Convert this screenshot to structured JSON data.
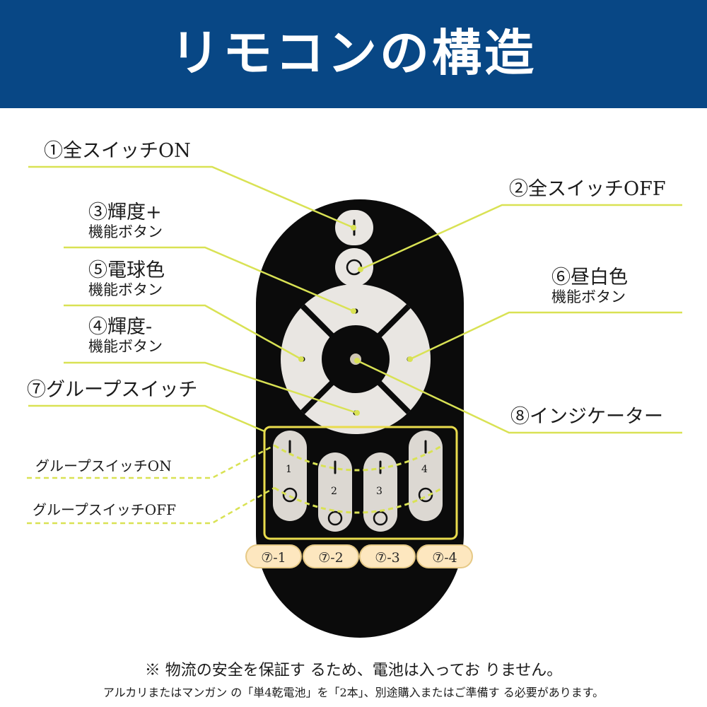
{
  "header": {
    "title": "リモコンの構造",
    "bg_color": "#084785"
  },
  "colors": {
    "leader_line": "#d9e254",
    "group_frame": "#e9dc4d",
    "remote_body": "#0b0b0b",
    "button_light": "#e6e3e0",
    "pill_fill": "#fde7bf"
  },
  "callouts": {
    "c1": {
      "main": "①全スイッチON"
    },
    "c2": {
      "main": "②全スイッチOFF"
    },
    "c3": {
      "main": "③輝度+",
      "sub": "機能ボタン"
    },
    "c5": {
      "main": "⑤電球色",
      "sub": "機能ボタン"
    },
    "c4": {
      "main": "④輝度-",
      "sub": "機能ボタン"
    },
    "c6": {
      "main": "⑥昼白色",
      "sub": "機能ボタン"
    },
    "c7": {
      "main": "⑦グループスイッチ"
    },
    "c8": {
      "main": "⑧インジケーター"
    },
    "group_on": "グループスイッチON",
    "group_off": "グループスイッチOFF"
  },
  "remote": {
    "group_numbers": [
      "1",
      "2",
      "3",
      "4"
    ],
    "on_icon": "power-on-bar-icon",
    "off_icon": "power-off-circle-icon"
  },
  "group_labels": [
    "⑦-1",
    "⑦-2",
    "⑦-3",
    "⑦-4"
  ],
  "notes": {
    "line1": "※ 物流の安全を保証す るため、電池は入ってお りません。",
    "line2": "アルカリまたはマンガン の「単4乾電池」を「2本」、別途購入またはご準備す る必要があります。"
  }
}
